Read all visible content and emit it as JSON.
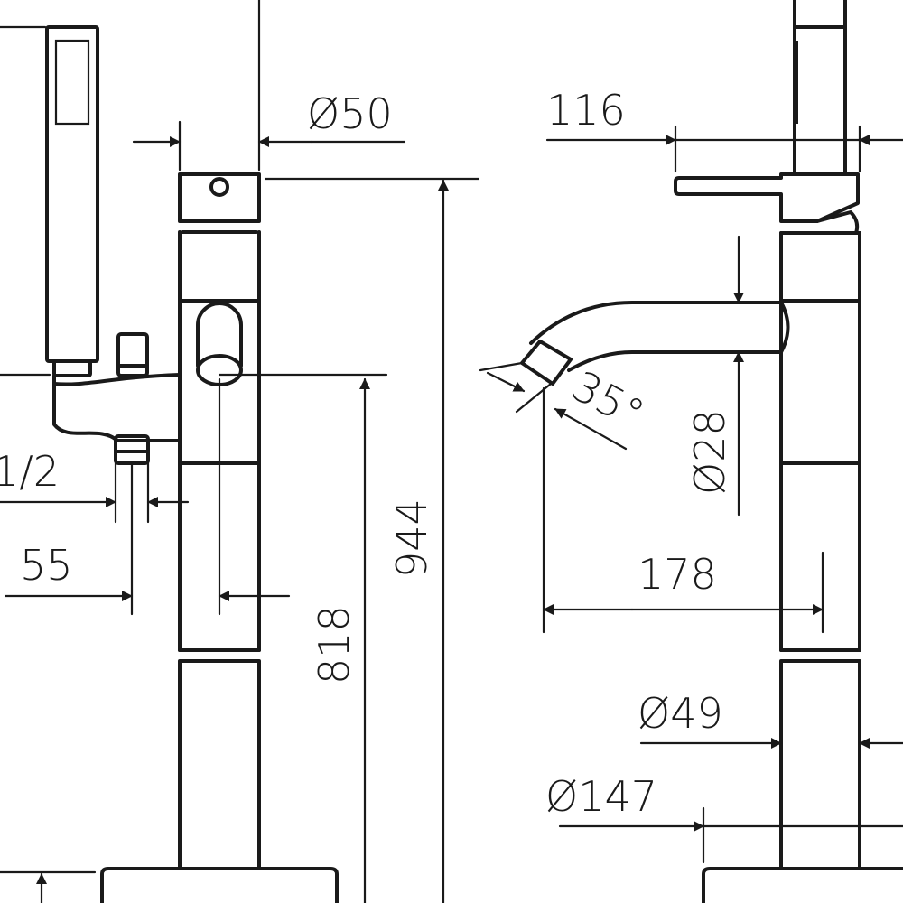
{
  "drawing": {
    "dimensions": {
      "d50": "Ø50",
      "d116": "116",
      "d1_2": "1/2",
      "d55": "55",
      "d818": "818",
      "d944": "944",
      "d35": "35°",
      "d28": "Ø28",
      "d178": "178",
      "d49": "Ø49",
      "d147": "Ø147"
    }
  }
}
